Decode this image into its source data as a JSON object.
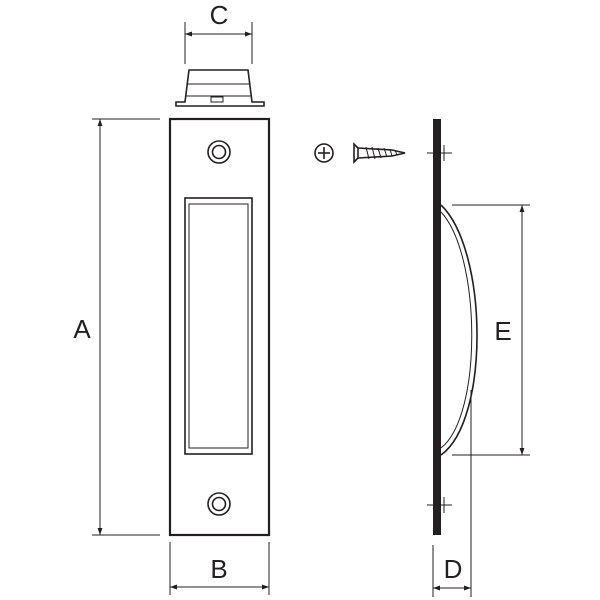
{
  "labels": {
    "a": "A",
    "b": "B",
    "c": "C",
    "d": "D",
    "e": "E"
  },
  "colors": {
    "line": "#231f20",
    "background": "#ffffff"
  },
  "icons": {
    "screw_head": "phillips-screw-head-icon",
    "screw_side": "wood-screw-icon"
  }
}
